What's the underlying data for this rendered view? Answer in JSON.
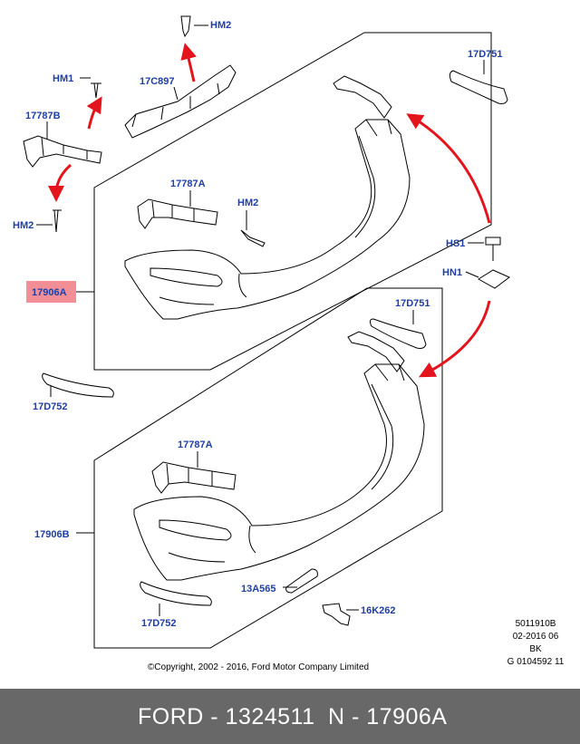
{
  "labels": {
    "hm2_top": "HM2",
    "c897": "17C897",
    "hm1": "HM1",
    "b787": "17787B",
    "hm2_left": "HM2",
    "a787_upper": "17787A",
    "hm2_mid": "HM2",
    "a906": "17906A",
    "d752_upper": "17D752",
    "d751_top": "17D751",
    "hs1": "HS1",
    "hn1": "HN1",
    "d751_mid": "17D751",
    "a787_lower": "17787A",
    "b906": "17906B",
    "a565": "13A565",
    "k262": "16K262",
    "d752_lower": "17D752"
  },
  "highlight_color": "#f28f96",
  "arrow_color": "#e3141b",
  "label_color": "#1e3ea8",
  "copyright": "©Copyright, 2002 - 2016, Ford Motor Company Limited",
  "ref_block": [
    "5011910B",
    "02-2016 06",
    "BK",
    "G 0104592 11"
  ],
  "footer": {
    "part": "FORD - 1324511",
    "ref": "N - 17906A"
  }
}
